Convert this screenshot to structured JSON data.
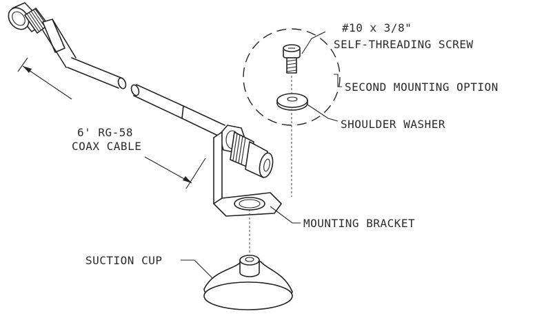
{
  "labels": {
    "screw_size": "#10 x 3/8\"",
    "screw_name": "SELF-THREADING SCREW",
    "second_mounting": "SECOND MOUNTING OPTION",
    "shoulder_washer": "SHOULDER WASHER",
    "cable_length": "6' RG-58",
    "cable_type": "COAX CABLE",
    "mounting_bracket": "MOUNTING BRACKET",
    "suction_cup": "SUCTION CUP"
  }
}
